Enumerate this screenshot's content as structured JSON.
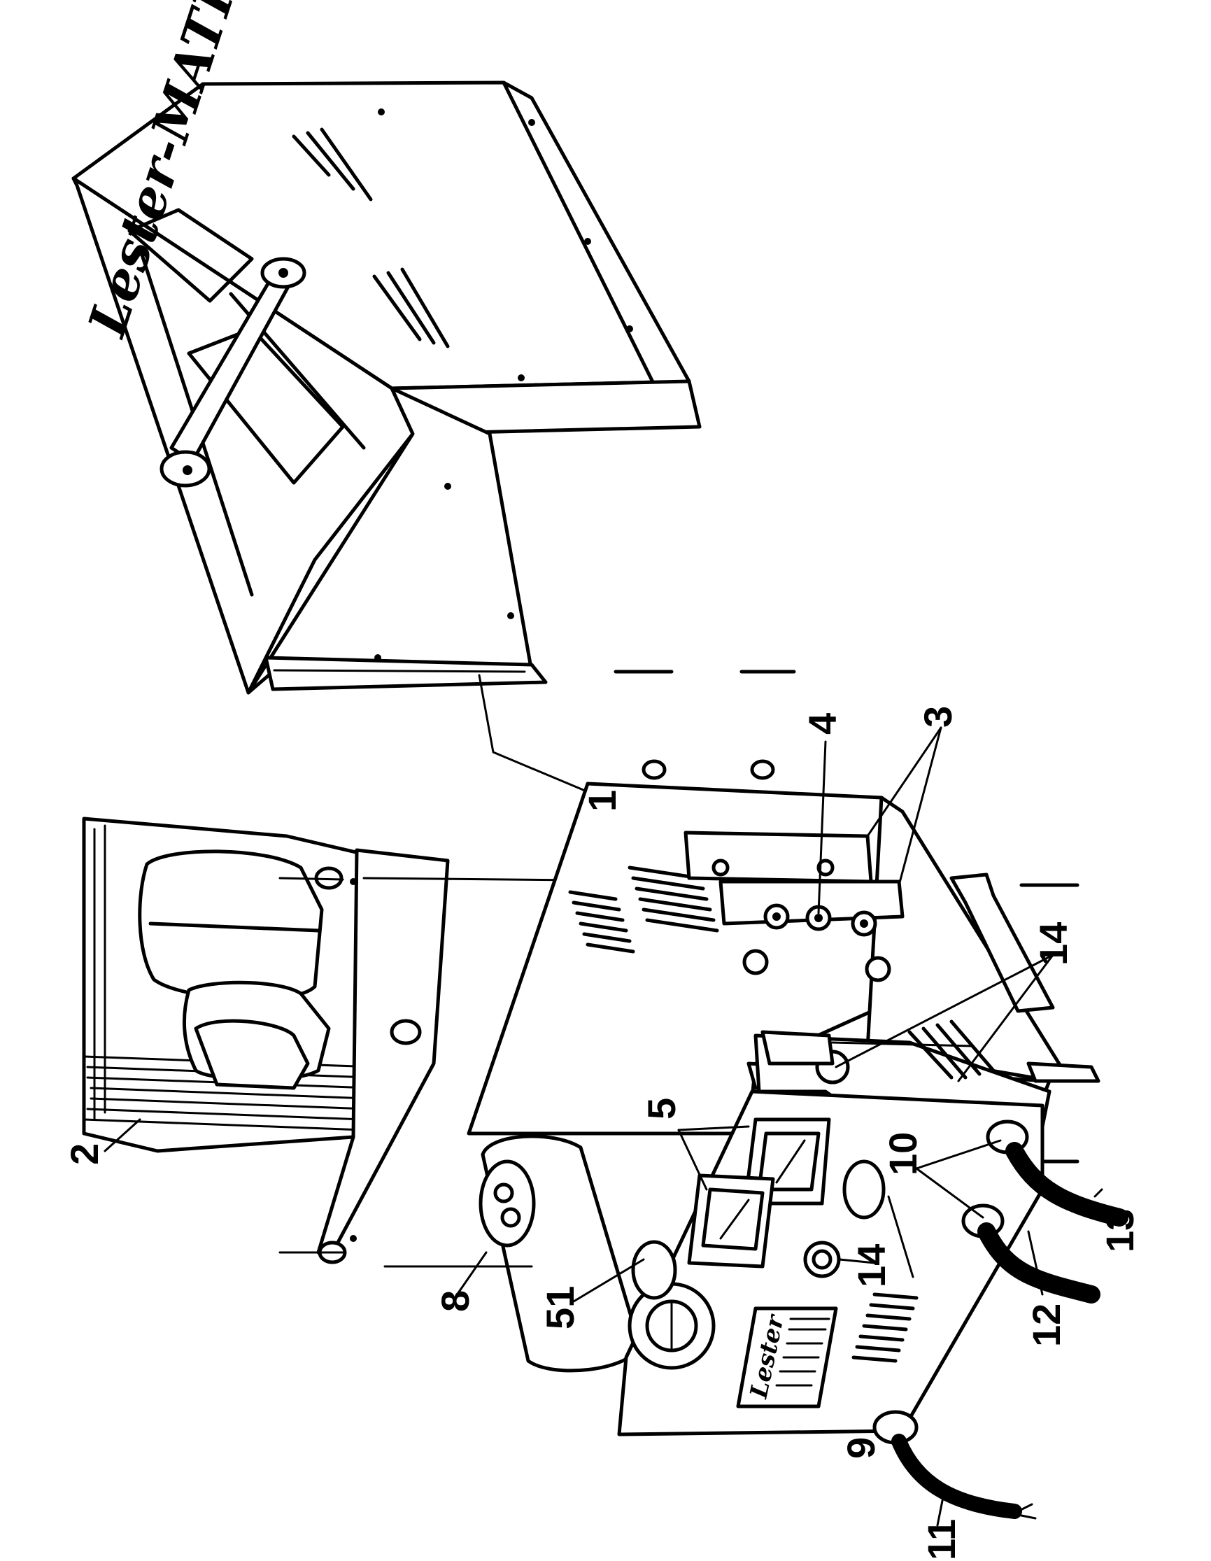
{
  "brand": {
    "cover_logo": "Lester-MATIC",
    "panel_logo": "Lester"
  },
  "callouts": [
    {
      "id": "c1",
      "label": "1"
    },
    {
      "id": "c2",
      "label": "2"
    },
    {
      "id": "c3",
      "label": "3"
    },
    {
      "id": "c4",
      "label": "4"
    },
    {
      "id": "c5",
      "label": "5"
    },
    {
      "id": "c8",
      "label": "8"
    },
    {
      "id": "c9",
      "label": "9"
    },
    {
      "id": "c10",
      "label": "10"
    },
    {
      "id": "c11",
      "label": "11"
    },
    {
      "id": "c12",
      "label": "12"
    },
    {
      "id": "c13",
      "label": "13"
    },
    {
      "id": "c14a",
      "label": "14"
    },
    {
      "id": "c14b",
      "label": "14"
    },
    {
      "id": "c51",
      "label": "51"
    }
  ]
}
